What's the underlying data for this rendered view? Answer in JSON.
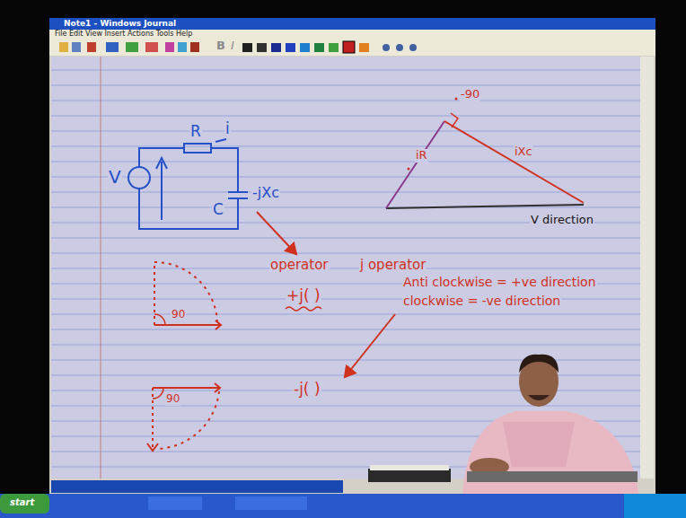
{
  "diagram": {
    "labels": [
      "Note1 - Windows Journal",
      "File Edit View Insert Actions Tools Help",
      "B",
      "I",
      "V",
      "R",
      "i",
      "C",
      "-jXc",
      "-90",
      "iR",
      "iXc",
      "V direction",
      "operator",
      "j operator",
      "90",
      "+j( )",
      "Anti clockwise = +ve direction",
      "clockwise = -ve direction",
      "-j( )",
      "90",
      "start"
    ]
  }
}
